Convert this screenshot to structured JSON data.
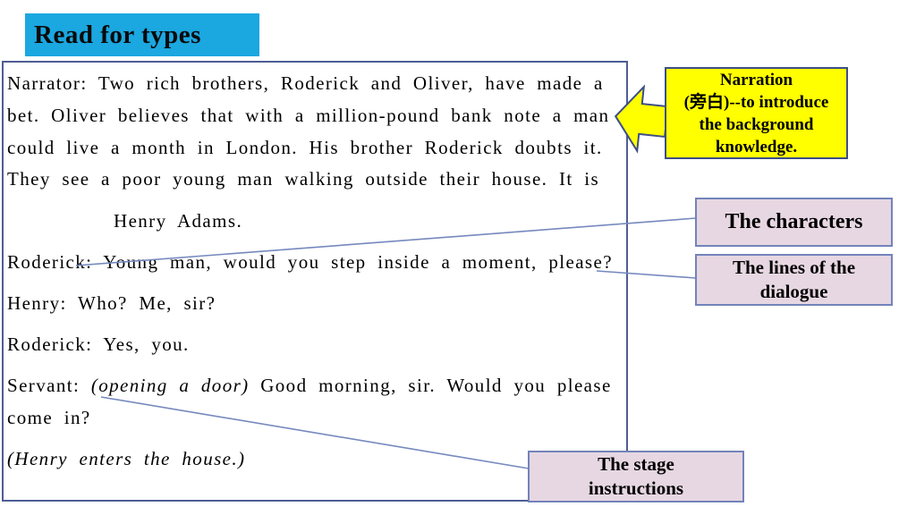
{
  "slide": {
    "title": "Read for types",
    "colors": {
      "title_bg": "#1BA7E0",
      "script_border": "#4E5D95",
      "connector_line": "#7589BE",
      "narration_bg": "#FFFF00",
      "narration_border": "#3D4E86",
      "label_bg": "#E7D7E2",
      "label_border": "#7383BA"
    }
  },
  "script_box": {
    "lines": [
      {
        "segments": [
          {
            "text": "Narrator: Two rich brothers, Roderick and Oliver, have made a"
          }
        ]
      },
      {
        "segments": [
          {
            "text": "bet. Oliver believes that with a million-pound bank note a man"
          }
        ]
      },
      {
        "segments": [
          {
            "text": "could live a month in London. His brother Roderick doubts it."
          }
        ]
      },
      {
        "segments": [
          {
            "text": "They see a poor young man walking outside their house. It is"
          }
        ]
      },
      {
        "segments": [
          {
            "text": "Henry Adams."
          }
        ]
      },
      {
        "segments": [
          {
            "text": "Roderick: Young man, would you step inside a moment, please?"
          }
        ]
      },
      {
        "segments": [
          {
            "text": "Henry: Who? Me, sir?"
          }
        ]
      },
      {
        "segments": [
          {
            "text": "Roderick: Yes, you."
          }
        ]
      },
      {
        "segments": [
          {
            "text": "Servant: "
          },
          {
            "text": "(opening a door)"
          },
          {
            "text": " Good morning, sir. Would you please"
          }
        ]
      },
      {
        "segments": [
          {
            "text": "come in?"
          }
        ]
      },
      {
        "segments": [
          {
            "text": "(Henry enters the house.)"
          }
        ]
      }
    ]
  },
  "callouts": {
    "narration": {
      "lines": [
        "Narration",
        "(旁白)--to introduce",
        "the background",
        "knowledge."
      ]
    },
    "characters": {
      "label": "The characters"
    },
    "dialogue": {
      "label": "The lines of the dialogue"
    },
    "stage": {
      "label": "The stage instructions"
    }
  }
}
